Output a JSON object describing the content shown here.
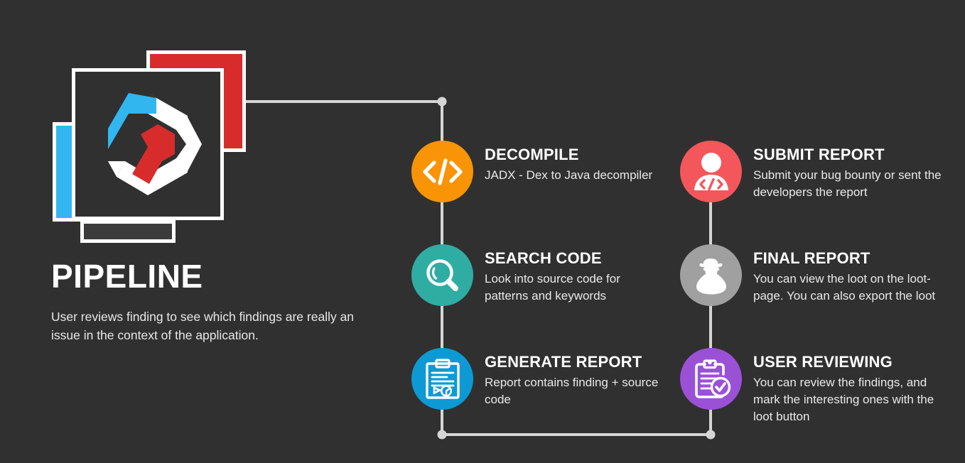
{
  "theme": {
    "background": "#303030",
    "connector": "#d6d6d6",
    "title_color": "#ffffff",
    "body_color": "#e9e9e9"
  },
  "logo": {
    "name": "pipeline-logo",
    "card_red_color": "#d82c2c",
    "card_blue_color": "#31b6ef",
    "card_main_color": "#303030",
    "mark_white": "#ffffff",
    "mark_blue": "#31b6ef",
    "mark_red": "#d82c2c"
  },
  "headline": {
    "title": "PIPELINE",
    "subtitle": "User reviews finding to see which findings are really an issue in the context of the application."
  },
  "steps": [
    {
      "id": "decompile",
      "icon_name": "code-brackets-icon",
      "color": "#f99407",
      "title": "DECOMPILE",
      "description": "JADX - Dex to Java decompiler"
    },
    {
      "id": "search-code",
      "icon_name": "magnifying-glass-icon",
      "color": "#2fada3",
      "title": "SEARCH CODE",
      "description": "Look into source code for patterns and keywords"
    },
    {
      "id": "generate-report",
      "icon_name": "clipboard-chart-icon",
      "color": "#0d9ad4",
      "title": "GENERATE REPORT",
      "description": "Report contains finding + source code"
    },
    {
      "id": "submit-report",
      "icon_name": "developer-person-icon",
      "color": "#f4575b",
      "title": "SUBMIT REPORT",
      "description": "Submit your bug bounty or sent the developers the report"
    },
    {
      "id": "final-report",
      "icon_name": "money-bag-icon",
      "color": "#a0a0a0",
      "title": "FINAL REPORT",
      "description": "You can view the loot on the loot-page. You can also export the loot"
    },
    {
      "id": "user-reviewing",
      "icon_name": "clipboard-check-icon",
      "color": "#9b51d6",
      "title": "USER REVIEWING",
      "description": "You can review the findings, and mark the interesting ones with the loot button"
    }
  ]
}
